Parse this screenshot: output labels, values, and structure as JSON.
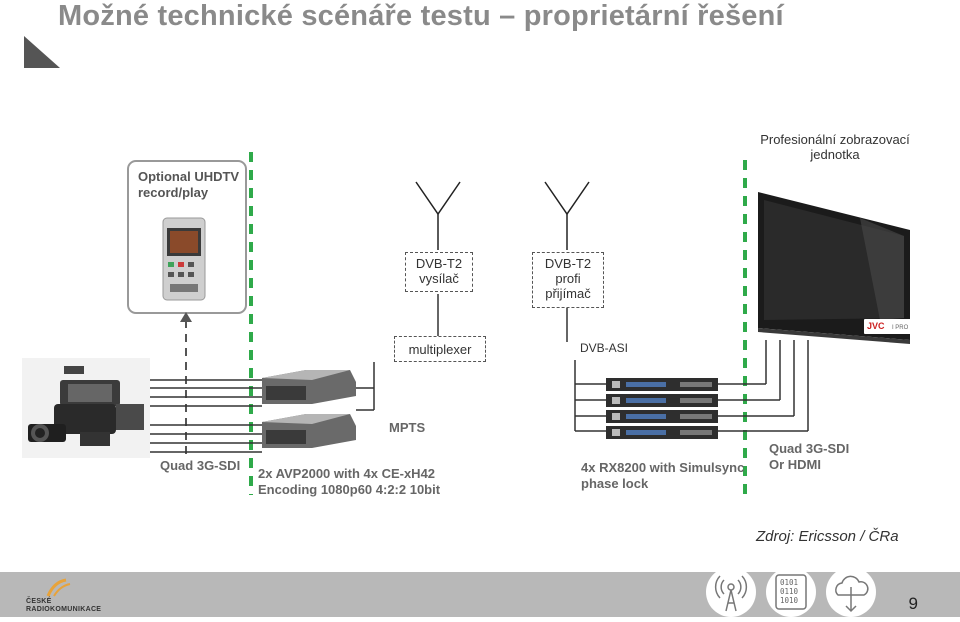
{
  "slide": {
    "title": "Možné technické scénáře testu – proprietární řešení",
    "page_number": "9",
    "source": "Zdroj: Ericsson / ČRa"
  },
  "diagram": {
    "recorder_label": "Optional UHDTV\nrecord/play",
    "display_label": "Profesionální zobrazovací\njednotka",
    "transmitter_label": "DVB-T2\nvysílač",
    "receiver_label": "DVB-T2\nprofi\npřijímač",
    "multiplexer_label": "multiplexer",
    "dvb_asi_label": "DVB-ASI",
    "mpts_label": "MPTS",
    "quad_sdi_label": "Quad 3G-SDI",
    "encoder_label": "2x AVP2000 with 4x CE-xH42\nEncoding 1080p60 4:2:2 10bit",
    "rx_label": "4x RX8200 with Simulsync\nphase lock",
    "output_label": "Quad 3G-SDI\nOr HDMI",
    "jvc_logo": "JVC",
    "jvc_pro": "I PRO"
  },
  "footer": {
    "logo_text": "ČESKÉ\nRADIOKOMUNIKACE",
    "icons": [
      "antenna-icon",
      "binary-data-icon",
      "cloud-download-icon"
    ],
    "binary_text": "0101\n0110\n1010"
  },
  "colors": {
    "title": "#8a8a8a",
    "green_dashed": "#2faa4a",
    "footer": "#b8b8b8",
    "logo_accent": "#e8a33a"
  }
}
